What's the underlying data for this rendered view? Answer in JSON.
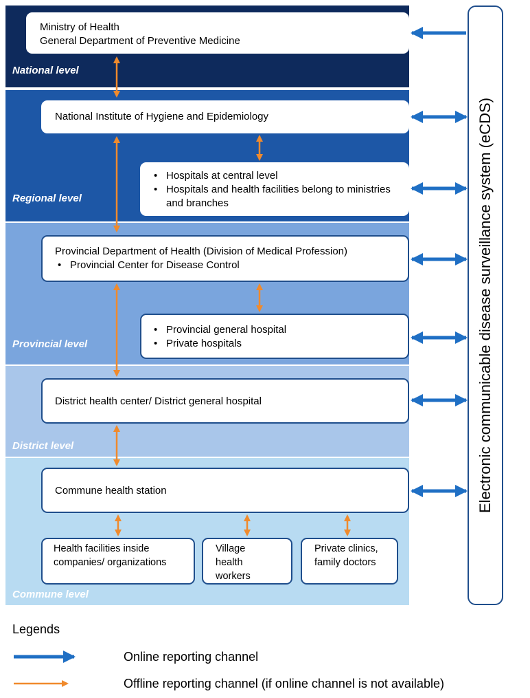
{
  "levels": {
    "national": "National level",
    "regional": "Regional level",
    "provincial": "Provincial level",
    "district": "District level",
    "commune": "Commune level"
  },
  "boxes": {
    "moh_line1": "Ministry of Health",
    "moh_line2": "General Department of Preventive Medicine",
    "nihe": "National Institute of Hygiene and Epidemiology",
    "central_hosp_1": "Hospitals at central level",
    "central_hosp_2": "Hospitals and health facilities belong to ministries and branches",
    "pdoh": "Provincial Department of Health (Division of Medical Profession)",
    "pcdc": "Provincial Center for Disease Control",
    "prov_hosp_1": "Provincial general hospital",
    "prov_hosp_2": "Private hospitals",
    "district": "District health center/ District general hospital",
    "commune": "Commune health station",
    "companies": "Health facilities inside companies/ organizations",
    "village": "Village health workers",
    "private_clinics": "Private clinics, family doctors"
  },
  "ecds_label": "Electronic communicable disease surveillance system (eCDS)",
  "legend": {
    "title": "Legends",
    "online": "Online reporting channel",
    "offline": "Offline reporting channel (if online channel is not available)"
  },
  "colors": {
    "national": "#0e2a5c",
    "regional": "#1d57a6",
    "provincial": "#7aa5dd",
    "district": "#a9c6ea",
    "commune": "#b8dbf2",
    "online_arrow": "#1f6fc4",
    "offline_arrow": "#f08a2c",
    "box_border": "#1f4e8c"
  }
}
